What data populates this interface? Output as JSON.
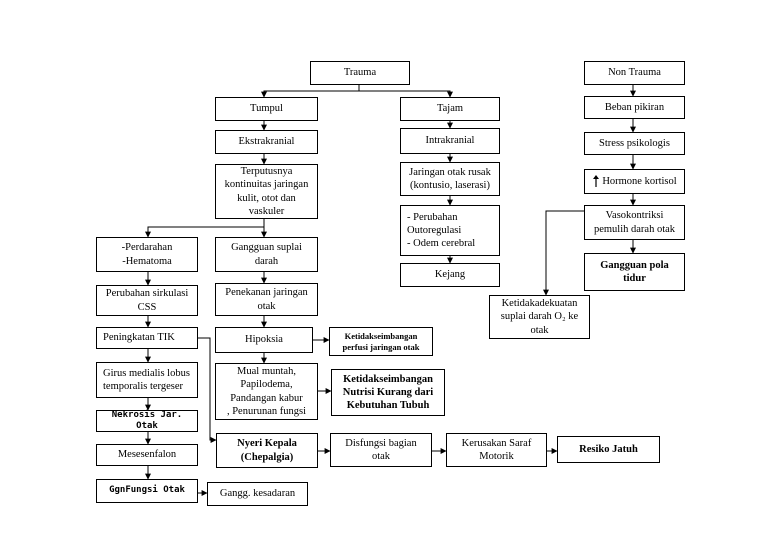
{
  "nodes": {
    "trauma": "Trauma",
    "tumpul": "Tumpul",
    "tajam": "Tajam",
    "ekstrakranial": "Ekstrakranial",
    "terputusnya": "Terputusnya\nkontinuitas jaringan\nkulit, otot dan\nvaskuler",
    "intrakranial": "Intrakranial",
    "jaringan_otak": "Jaringan otak rusak\n(kontusio, laserasi)",
    "perubahan_auto": "- Perubahan\n  Outoregulasi\n-  Odem cerebral",
    "kejang": "Kejang",
    "perdarahan": "-Perdarahan\n-Hematoma",
    "gangguan_suplai": "Gangguan suplai\ndarah",
    "perubahan_css": "Perubahan sirkulasi\nCSS",
    "penekanan": "Penekanan jaringan\notak",
    "peningkatan_tik": "Peningkatan TIK",
    "hipoksia": "Hipoksia",
    "ketidakseimbangan_perfusi": "Ketidakseimbangan\nperfusi jaringan otak",
    "girus": "Girus medialis lobus\ntemporalis tergeser",
    "mual": "Mual muntah,\nPapilodema,\nPandangan kabur\n, Penurunan fungsi",
    "nutrisi": "Ketidakseimbangan\nNutrisi Kurang dari\nKebutuhan Tubuh",
    "nekrosis": "Nekrosis Jar. Otak",
    "mesesenfalon": "Mesesenfalon",
    "nyeri": "Nyeri Kepala\n(Chepalgia)",
    "disfungsi": "Disfungsi bagian\notak",
    "kerusakan": "Kerusakan Saraf\nMotorik",
    "resiko": "Resiko Jatuh",
    "gangfungsi": "GgnFungsi Otak",
    "gangg_kesadaran": "Gangg. kesadaran",
    "non_trauma": "Non Trauma",
    "beban": "Beban pikiran",
    "stress": "Stress psikologis",
    "hormone": "Hormone kortisol",
    "vasokontriksi": "Vasokontriksi\npemulih darah otak",
    "gangguan_pola": "Gangguan pola\ntidur",
    "ketidakadekuatan": "Ketidakadekuatan\nsuplai darah O₂ ke\notak"
  },
  "icons": {
    "hormone_up": "up-arrow-icon"
  }
}
